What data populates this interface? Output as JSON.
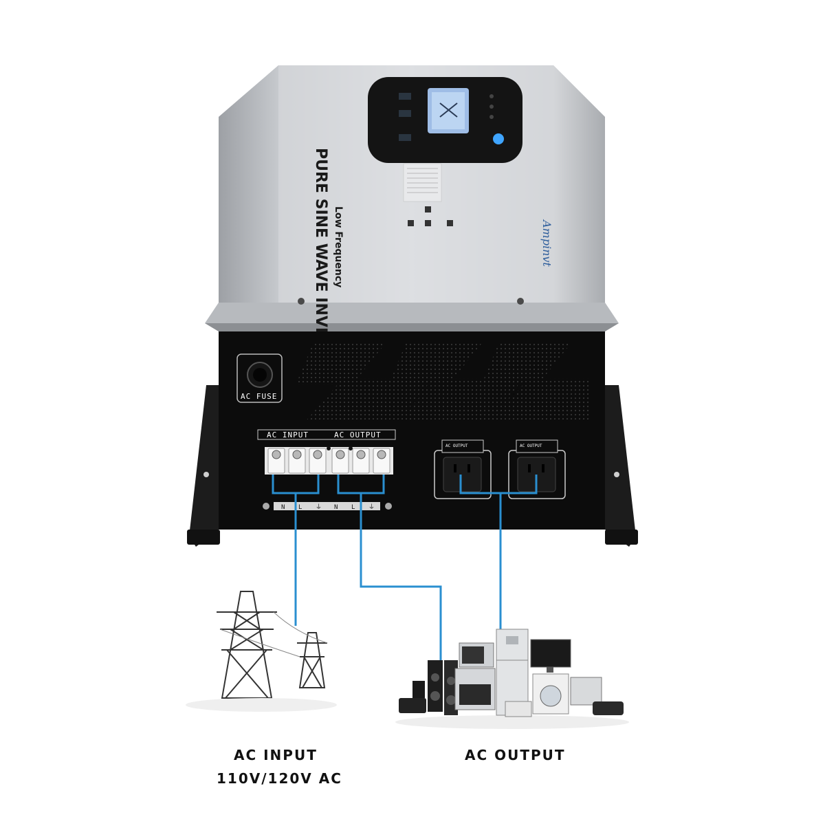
{
  "product": {
    "brand": "Ampinvt",
    "side_title": "PURE SINE WAVE INVERTER",
    "side_subtitle": "Low Frequency"
  },
  "front_panel": {
    "fuse_label": "AC FUSE",
    "terminal_header_input": "AC  INPUT",
    "terminal_header_output": "AC  OUTPUT",
    "terminal_labels": [
      "N",
      "L",
      "⏚",
      "N",
      "L",
      "⏚"
    ],
    "outlet_1_label": "AC OUTPUT",
    "outlet_2_label": "AC OUTPUT"
  },
  "captions": {
    "input_line1": "AC INPUT",
    "input_line2": "110V/120V AC",
    "output_line1": "AC OUTPUT"
  },
  "colors": {
    "wire": "#2a8fd0",
    "housing": "#c9ccd0",
    "front": "#0c0c0c"
  }
}
